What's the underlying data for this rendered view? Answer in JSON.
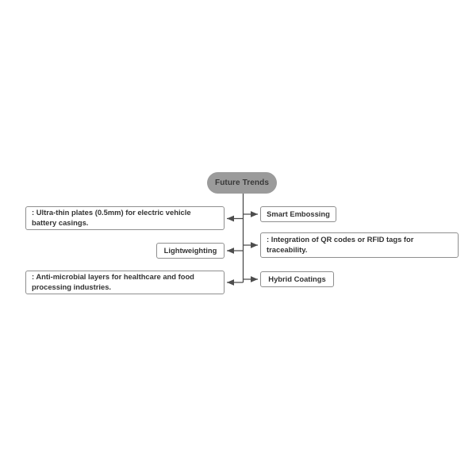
{
  "diagram": {
    "root": {
      "label": "Future Trends"
    },
    "nodes": [
      {
        "id": "ultra-thin-plates",
        "side": "left",
        "row": 1,
        "label": ": Ultra-thin plates (0.5mm) for electric vehicle battery casings.",
        "lines": [
          ": Ultra-thin plates (0.5mm) for electric vehicle",
          "battery casings."
        ]
      },
      {
        "id": "smart-embossing",
        "side": "right",
        "row": 1,
        "label": "Smart Embossing",
        "lines": [
          "Smart Embossing"
        ]
      },
      {
        "id": "lightweighting",
        "side": "left",
        "row": 2,
        "label": "Lightweighting",
        "lines": [
          "Lightweighting"
        ]
      },
      {
        "id": "qr-rfid-traceability",
        "side": "right",
        "row": 2,
        "label": ": Integration of QR codes or RFID tags for traceability.",
        "lines": [
          ": Integration of QR codes or RFID tags for",
          "traceability."
        ]
      },
      {
        "id": "anti-microbial-layers",
        "side": "left",
        "row": 3,
        "label": ": Anti-microbial layers for healthcare and food processing industries.",
        "lines": [
          ": Anti-microbial layers for healthcare and food",
          "processing industries."
        ]
      },
      {
        "id": "hybrid-coatings",
        "side": "right",
        "row": 3,
        "label": "Hybrid Coatings",
        "lines": [
          "Hybrid Coatings"
        ]
      }
    ],
    "colors": {
      "background": "#ffffff",
      "root_fill": "#9b9b9b",
      "root_text": "#383838",
      "box_fill": "#ffffff",
      "box_border": "#8f8f8f",
      "box_text": "#333333",
      "connector": "#4d4d4d"
    }
  }
}
